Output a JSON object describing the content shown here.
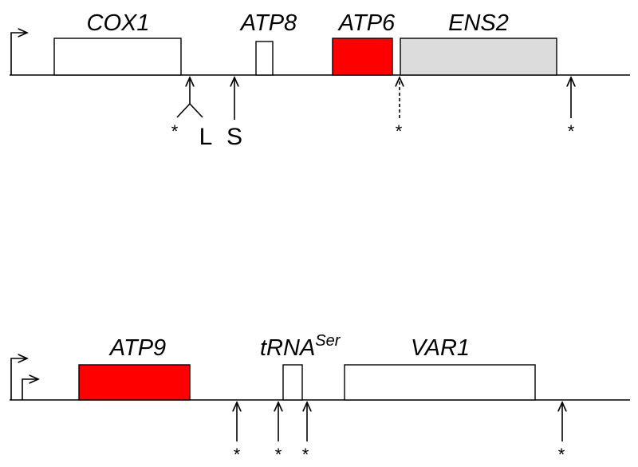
{
  "colors": {
    "line": "#000000",
    "gene_white": "#ffffff",
    "gene_red": "#ff0000",
    "gene_grey": "#dcdcdc"
  },
  "upper_track": {
    "genes": [
      {
        "id": "cox1",
        "label": "COX1",
        "fill": "white"
      },
      {
        "id": "atp8",
        "label": "ATP8",
        "fill": "white"
      },
      {
        "id": "atp6",
        "label": "ATP6",
        "fill": "red"
      },
      {
        "id": "ens2",
        "label": "ENS2",
        "fill": "grey"
      }
    ],
    "markers": {
      "star": "*",
      "long": "L",
      "short": "S"
    }
  },
  "lower_track": {
    "genes": [
      {
        "id": "atp9",
        "label": "ATP9",
        "fill": "red"
      },
      {
        "id": "trna-ser",
        "label": "tRNA",
        "superscript": "Ser",
        "fill": "white"
      },
      {
        "id": "var1",
        "label": "VAR1",
        "fill": "white"
      }
    ],
    "markers": {
      "star": "*"
    }
  }
}
